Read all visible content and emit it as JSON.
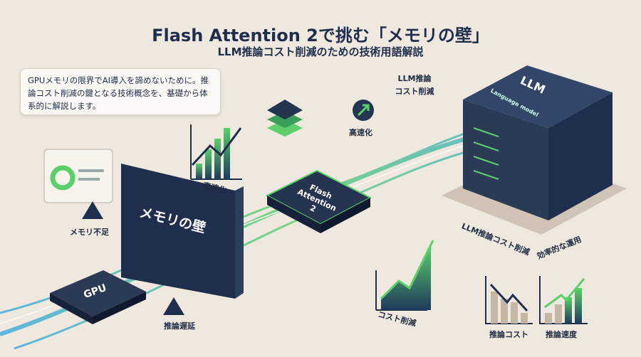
{
  "header": {
    "title": "Flash Attention 2で挑む「メモリの壁」",
    "subtitle": "LLM推論コスト削減のための技術用語解説"
  },
  "bubble": {
    "text": "GPUメモリの限界でAI導入を諦めないために。推論コスト削減の鍵となる技術概念を、基礎から体系的に解説します。"
  },
  "labels": {
    "memory_shortage": "メモリ不足",
    "inference_delay": "推論遅延",
    "gpu": "GPU",
    "memory_wall": "メモリの壁",
    "flash_attention": "Flash Attention 2",
    "speedup_left": "高速化",
    "speedup_top": "高速化",
    "cost_reduction": "コスト削減",
    "llm_cost_top": "LLM推論 コスト削減",
    "server_llm": "LLM",
    "server_sub": "Language model",
    "llm_cost_base": "LLM推論コスト削減",
    "efficient_ops": "効率的な運用",
    "inference_cost": "推論コスト",
    "inference_speed": "推論速度"
  },
  "colors": {
    "navy": "#1f2e4d",
    "green": "#5ccf6a",
    "blue": "#3aa8e0",
    "background": "#efe8df"
  }
}
